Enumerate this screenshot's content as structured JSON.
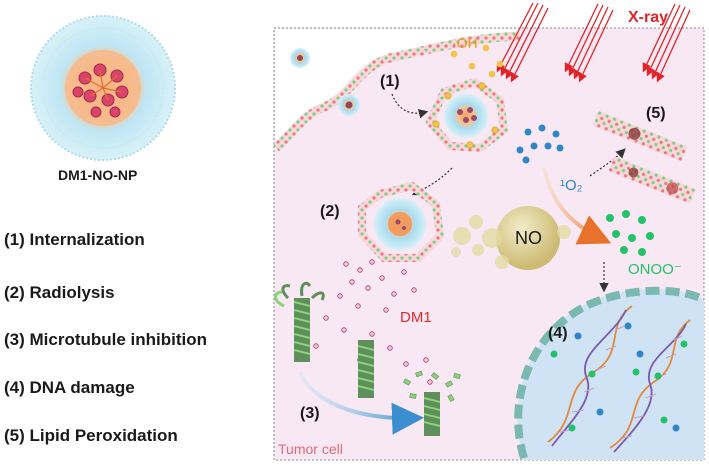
{
  "nanoparticle": {
    "label": "DM1-NO-NP"
  },
  "legend": {
    "items": [
      "(1) Internalization",
      "(2) Radiolysis",
      "(3) Microtubule inhibition",
      "(4) DNA damage",
      "(5) Lipid Peroxidation"
    ]
  },
  "panel": {
    "xray_label": "X-ray",
    "oh_label": "·OH",
    "singlet_oxygen_label": "¹O₂",
    "no_label": "NO",
    "onoo_label": "ONOO⁻",
    "dm1_label": "DM1",
    "tumor_cell_label": "Tumor cell",
    "step_labels": [
      "(1)",
      "(2)",
      "(3)",
      "(4)",
      "(5)"
    ]
  },
  "colors": {
    "cytoplasm": "#f8e8f3",
    "nucleus": "#cfe3f5",
    "membrane_green": "#8fd08a",
    "membrane_red": "#e97a7a",
    "shell_blue": "#9fd8ee",
    "core_orange": "#f5b27a",
    "xray_red": "#e0252a",
    "no_gold": "#d8c98a",
    "onoo_green": "#23c16a",
    "oxygen_blue": "#2e86c9",
    "dm1_red": "#e02b2b",
    "tumor_text": "#e36a7a"
  }
}
